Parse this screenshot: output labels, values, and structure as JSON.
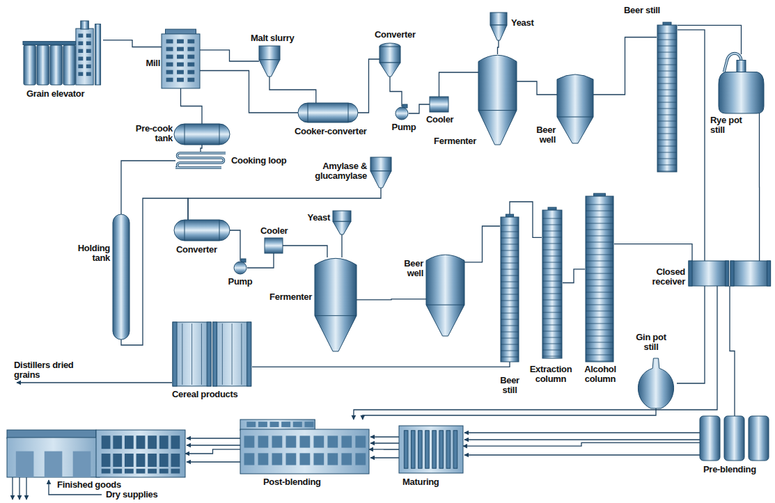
{
  "diagram": {
    "nodes": [
      {
        "text": [
          "Grain elevator"
        ]
      },
      {
        "text": [
          "Mill"
        ]
      },
      {
        "text": [
          "Malt slurry"
        ]
      },
      {
        "text": [
          "Converter"
        ]
      },
      {
        "text": [
          "Cooker-converter"
        ]
      },
      {
        "text": [
          "Pump"
        ]
      },
      {
        "text": [
          "Cooler"
        ]
      },
      {
        "text": [
          "Yeast"
        ]
      },
      {
        "text": [
          "Fermenter"
        ]
      },
      {
        "text": [
          "Beer well"
        ]
      },
      {
        "text": [
          "Beer still"
        ]
      },
      {
        "text": [
          "Rye pot still"
        ]
      },
      {
        "text": [
          "Pre-cook tank"
        ]
      },
      {
        "text": [
          "Cooking loop"
        ]
      },
      {
        "text": [
          "Amylase & glucamylase"
        ]
      },
      {
        "text": [
          "Holding tank"
        ]
      },
      {
        "text": [
          "Converter"
        ]
      },
      {
        "text": [
          "Pump"
        ]
      },
      {
        "text": [
          "Cooler"
        ]
      },
      {
        "text": [
          "Yeast"
        ]
      },
      {
        "text": [
          "Fermenter"
        ]
      },
      {
        "text": [
          "Beer well"
        ]
      },
      {
        "text": [
          "Beer still"
        ]
      },
      {
        "text": [
          "Extraction column"
        ]
      },
      {
        "text": [
          "Alcohol column"
        ]
      },
      {
        "text": [
          "Closed receiver"
        ]
      },
      {
        "text": [
          "Gin pot still"
        ]
      },
      {
        "text": [
          "Cereal products"
        ]
      },
      {
        "text": [
          "Pre-blending"
        ]
      },
      {
        "text": [
          "Maturing"
        ]
      },
      {
        "text": [
          "Post-blending"
        ]
      },
      {
        "text": [
          "Finished goods"
        ]
      }
    ],
    "edges": [
      {
        "from": 0,
        "to": 1,
        "arrow": "none"
      },
      {
        "from": 1,
        "to": 2,
        "arrow": "none"
      },
      {
        "from": 1,
        "to": 4,
        "arrow": "none"
      },
      {
        "from": 1,
        "to": 12,
        "arrow": "none"
      },
      {
        "from": 2,
        "to": 4,
        "arrow": "none"
      },
      {
        "from": 4,
        "to": 3,
        "arrow": "none"
      },
      {
        "from": 3,
        "to": 5,
        "arrow": "none"
      },
      {
        "from": 5,
        "to": 6,
        "arrow": "none"
      },
      {
        "from": 6,
        "to": 8,
        "arrow": "none"
      },
      {
        "from": 7,
        "to": 8,
        "arrow": "none"
      },
      {
        "from": 8,
        "to": 9,
        "arrow": "none"
      },
      {
        "from": 9,
        "to": 10,
        "arrow": "none"
      },
      {
        "from": 10,
        "to": 11,
        "arrow": "none"
      },
      {
        "from": 10,
        "to": 25,
        "arrow": "none"
      },
      {
        "from": 12,
        "to": 13,
        "arrow": "none"
      },
      {
        "from": 13,
        "to": 15,
        "arrow": "none"
      },
      {
        "from": 15,
        "to": 16,
        "arrow": "none"
      },
      {
        "from": 14,
        "to": 16,
        "arrow": "none"
      },
      {
        "from": 16,
        "to": 17,
        "arrow": "none"
      },
      {
        "from": 17,
        "to": 18,
        "arrow": "none"
      },
      {
        "from": 18,
        "to": 20,
        "arrow": "none"
      },
      {
        "from": 19,
        "to": 20,
        "arrow": "none"
      },
      {
        "from": 20,
        "to": 21,
        "arrow": "none"
      },
      {
        "from": 21,
        "to": 22,
        "arrow": "none"
      },
      {
        "from": 22,
        "to": 23,
        "arrow": "none"
      },
      {
        "from": 23,
        "to": 24,
        "arrow": "none"
      },
      {
        "from": 24,
        "to": 25,
        "arrow": "none"
      },
      {
        "from": 22,
        "to": 27,
        "arrow": "none"
      },
      {
        "from": 11,
        "to": 25,
        "arrow": "none"
      },
      {
        "from": 25,
        "to": 26,
        "arrow": "none"
      },
      {
        "from": 25,
        "to": 28,
        "arrow": "none"
      },
      {
        "from": 26,
        "to": 30,
        "arrow": "to"
      },
      {
        "from": 25,
        "to": 30,
        "arrow": "to"
      },
      {
        "from": 28,
        "to": 29,
        "arrow": "to"
      },
      {
        "from": 29,
        "to": 30,
        "arrow": "to"
      },
      {
        "from": 30,
        "to": 31,
        "arrow": "to"
      }
    ],
    "labels": [
      "Distillers dried grains",
      "Dry supplies"
    ]
  }
}
